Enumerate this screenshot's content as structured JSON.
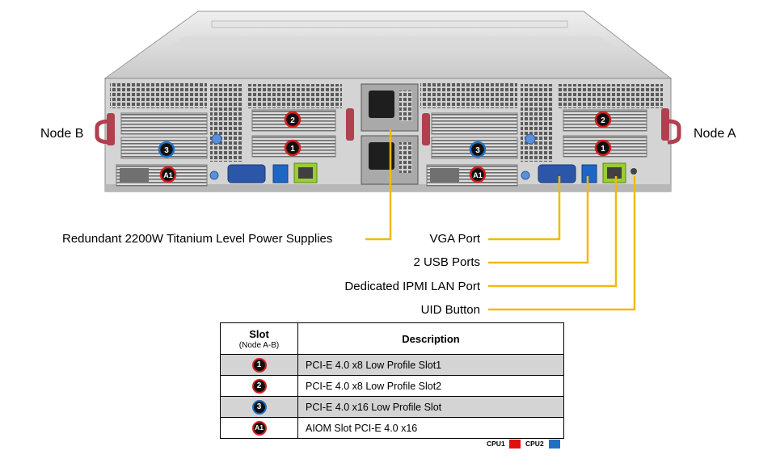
{
  "nodes": {
    "left": "Node B",
    "right": "Node A"
  },
  "callouts": {
    "psu": "Redundant  2200W Titanium  Level Power Supplies",
    "vga": "VGA Port",
    "usb": "2 USB Ports",
    "ipmi": "Dedicated IPMI  LAN Port",
    "uid": "UID  Button"
  },
  "slot_badges": {
    "b1": "1",
    "b2": "2",
    "b3": "3",
    "ba1": "A1"
  },
  "table": {
    "header_slot": "Slot",
    "header_slot_sub": "(Node A-B)",
    "header_desc": "Description",
    "rows": [
      {
        "badge": "1",
        "desc": "PCI-E  4.0 x8 Low  Profile  Slot1"
      },
      {
        "badge": "2",
        "desc": "PCI-E  4.0 x8 Low  Profile  Slot2"
      },
      {
        "badge": "3",
        "desc": "PCI-E  4.0 x16 Low  Profile  Slot"
      },
      {
        "badge": "A1",
        "desc": "AIOM  Slot PCI-E  4.0 x16"
      }
    ]
  },
  "legend": {
    "cpu1": "CPU1",
    "cpu2": "CPU2"
  },
  "colors": {
    "cpu1": "#e01010",
    "cpu2": "#1f6fc4",
    "callout_line": "#f2b90c"
  }
}
